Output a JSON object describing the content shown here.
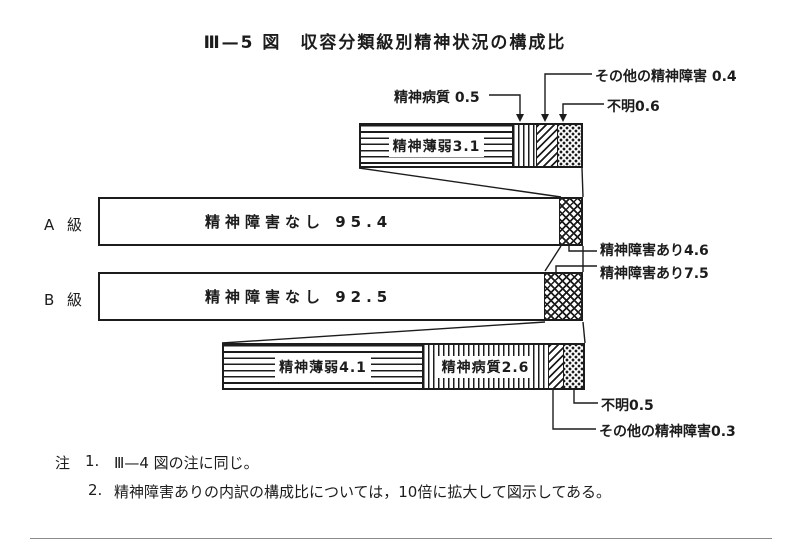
{
  "title": "Ⅲ—5 図　収容分類級別精神状況の構成比",
  "labels": {
    "a_breakdown": {
      "hakujaku": "精神薄弱3.1",
      "byoshitsu": "精神病質 0.5",
      "sonota": "その他の精神障害 0.4",
      "fumei": "不明0.6"
    },
    "a_main": {
      "category": "A 級",
      "nashi": "精神障害なし 95.4",
      "ari": "精神障害あり4.6"
    },
    "b_main": {
      "category": "B 級",
      "nashi": "精神障害なし 92.5",
      "ari": "精神障害あり7.5"
    },
    "b_breakdown": {
      "hakujaku": "精神薄弱4.1",
      "byoshitsu": "精神病質2.6",
      "fumei": "不明0.5",
      "sonota": "その他の精神障害0.3"
    }
  },
  "notes": {
    "mark": "注",
    "items": [
      {
        "num": "1.",
        "text": "Ⅲ—4 図の注に同じ。"
      },
      {
        "num": "2.",
        "text": "精神障害ありの内訳の構成比については，10倍に拡大して図示してある。"
      }
    ]
  },
  "colors": {
    "ink": "#1c1c1c",
    "paper": "#ffffff"
  },
  "chart_data": {
    "type": "bar",
    "orientation": "horizontal",
    "stacked": true,
    "unit": "percent",
    "title": "Ⅲ—5 図　収容分類級別精神状況の構成比",
    "categories": [
      "A級",
      "B級"
    ],
    "series": [
      {
        "name": "A級",
        "segments": [
          {
            "label": "精神障害なし",
            "value": 95.4
          },
          {
            "label": "精神障害あり",
            "value": 4.6
          }
        ]
      },
      {
        "name": "B級",
        "segments": [
          {
            "label": "精神障害なし",
            "value": 92.5
          },
          {
            "label": "精神障害あり",
            "value": 7.5
          }
        ]
      }
    ],
    "breakdown_note": "精神障害ありの内訳の構成比は10倍に拡大して図示",
    "breakdown": [
      {
        "category": "A級",
        "total": 4.6,
        "segments": [
          {
            "label": "精神薄弱",
            "value": 3.1,
            "pattern": "horizontal-lines"
          },
          {
            "label": "精神病質",
            "value": 0.5,
            "pattern": "vertical-lines"
          },
          {
            "label": "その他の精神障害",
            "value": 0.4,
            "pattern": "diagonal-lines"
          },
          {
            "label": "不明",
            "value": 0.6,
            "pattern": "dots"
          }
        ]
      },
      {
        "category": "B級",
        "total": 7.5,
        "segments": [
          {
            "label": "精神薄弱",
            "value": 4.1,
            "pattern": "horizontal-lines"
          },
          {
            "label": "精神病質",
            "value": 2.6,
            "pattern": "vertical-lines"
          },
          {
            "label": "その他の精神障害",
            "value": 0.3,
            "pattern": "diagonal-lines"
          },
          {
            "label": "不明",
            "value": 0.5,
            "pattern": "dots"
          }
        ]
      }
    ],
    "xlim": [
      0,
      100
    ],
    "legend": "none",
    "grid": false
  }
}
